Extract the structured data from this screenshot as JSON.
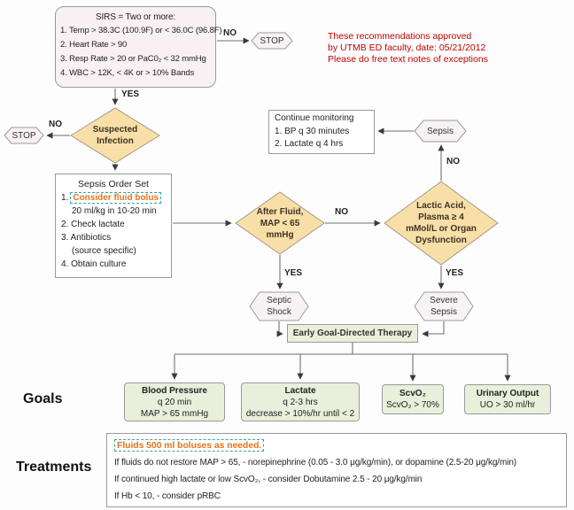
{
  "colors": {
    "diamond_fill": "#f8dfa8",
    "goal_fill": "#e9efdb",
    "sirs_fill": "#f8f0f2",
    "note_red": "#c00000",
    "highlight_orange": "#e8731a",
    "highlight_dash_teal": "#33a6a6"
  },
  "labels": {
    "yes": "YES",
    "no": "NO",
    "stop": "STOP"
  },
  "note": {
    "line1": "These recommendations approved",
    "line2": "by UTMB ED faculty, date: 05/21/2012",
    "line3": "Please do free text notes of exceptions"
  },
  "sirs": {
    "title": "SIRS = Two or more:",
    "item1": "1. Temp > 38.3C (100.9F) or < 36.0C (96.8F)",
    "item2": "2. Heart Rate > 90",
    "item3": "3. Resp Rate > 20 or PaC0₂ < 32 mmHg",
    "item4": "4. WBC > 12K, < 4K or > 10% Bands"
  },
  "suspected": {
    "line1": "Suspected",
    "line2": "Infection"
  },
  "order_set": {
    "title": "Sepsis Order Set",
    "item1_num": "1.",
    "item1_highlight": "Consider fluid bolus",
    "item1_sub": "20 ml/kg in 10-20 min",
    "item2": "2. Check lactate",
    "item3": "3. Antibiotics",
    "item3_sub": "(source specific)",
    "item4": "4. Obtain culture"
  },
  "monitoring": {
    "title": "Continue monitoring",
    "item1": "1. BP q 30 minutes",
    "item2": "2. Lactate q 4 hrs"
  },
  "after_fluid": {
    "line1": "After Fluid,",
    "line2": "MAP < 65",
    "line3": "mmHg"
  },
  "lactic": {
    "line1": "Lactic Acid,",
    "line2": "Plasma ≥ 4",
    "line3": "mMol/L or Organ",
    "line4": "Dysfunction"
  },
  "hexagons": {
    "sepsis": "Sepsis",
    "septic_shock": "Septic Shock",
    "severe_sepsis": "Severe Sepsis"
  },
  "egdt": {
    "label": "Early Goal-Directed Therapy"
  },
  "goals": {
    "heading": "Goals",
    "bp": {
      "line1": "Blood Pressure",
      "line2": "q 20 min",
      "line3": "MAP > 65 mmHg"
    },
    "lactate": {
      "line1": "Lactate",
      "line2": "q 2-3 hrs",
      "line3": "decrease > 10%/hr until < 2"
    },
    "scvo2": {
      "line1": "ScvO₂",
      "line2": "ScvO₂ > 70%"
    },
    "urine": {
      "line1": "Urinary Output",
      "line2": "UO > 30 ml/hr"
    }
  },
  "treatments": {
    "heading": "Treatments",
    "highlight": "Fluids 500 ml boluses as needed.",
    "line2": "If fluids do not restore MAP > 65, - norepinephrine (0.05 - 3.0 μg/kg/min), or dopamine (2.5-20 μg/kg/min)",
    "line3": "If continued high lactate or low ScvO₂, - consider Dobutamine 2.5 - 20 μg/kg/min",
    "line4": "If Hb < 10, - consider pRBC"
  }
}
